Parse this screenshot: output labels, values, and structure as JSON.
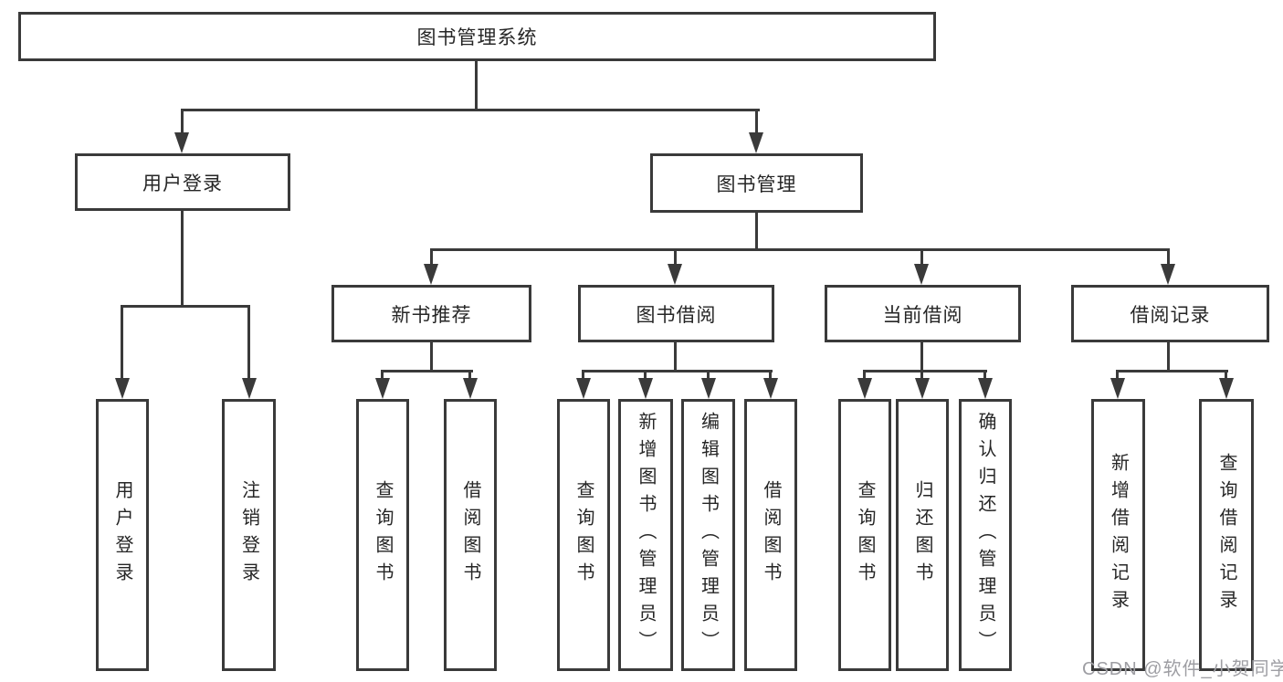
{
  "tree": {
    "label": "图书管理系统",
    "children": [
      {
        "label": "用户登录",
        "children": [
          {
            "label": "用户登录"
          },
          {
            "label": "注销登录"
          }
        ]
      },
      {
        "label": "图书管理",
        "children": [
          {
            "label": "新书推荐",
            "children": [
              {
                "label": "查询图书"
              },
              {
                "label": "借阅图书"
              }
            ]
          },
          {
            "label": "图书借阅",
            "children": [
              {
                "label": "查询图书"
              },
              {
                "label": "新增图书（管理员）"
              },
              {
                "label": "编辑图书（管理员）"
              },
              {
                "label": "借阅图书"
              }
            ]
          },
          {
            "label": "当前借阅",
            "children": [
              {
                "label": "查询图书"
              },
              {
                "label": "归还图书"
              },
              {
                "label": "确认归还（管理员）"
              }
            ]
          },
          {
            "label": "借阅记录",
            "children": [
              {
                "label": "新增借阅记录"
              },
              {
                "label": "查询借阅记录"
              }
            ]
          }
        ]
      }
    ]
  },
  "watermark": "CSDN @软件_小贺同学",
  "colors": {
    "line": "#3a3a3a",
    "text": "#262626",
    "watermark": "#9e9ea3",
    "background": "#ffffff"
  }
}
